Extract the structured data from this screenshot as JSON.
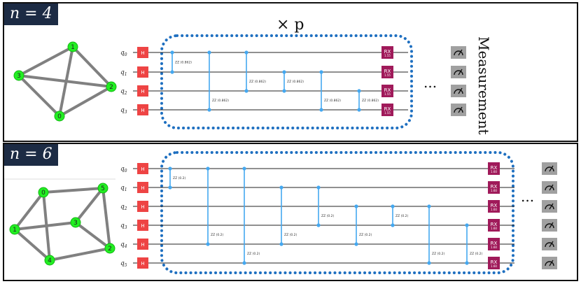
{
  "colors": {
    "tag_bg": "#1c2b44",
    "node": "#22ee22",
    "edge": "#808080",
    "h_gate": "#ee4444",
    "rx_gate": "#a01a5a",
    "zz_line": "#44a8f0",
    "dots": "#1e6fc0",
    "meter": "#a0a0a0"
  },
  "top": {
    "tag": "n = 4",
    "repeat_label": "× p",
    "ellipsis": "...",
    "measurement_label": "Measurement",
    "graph": {
      "nodes": [
        {
          "id": "0",
          "label": "0"
        },
        {
          "id": "1",
          "label": "1"
        },
        {
          "id": "2",
          "label": "2"
        },
        {
          "id": "3",
          "label": "3"
        }
      ],
      "edges": [
        [
          "3",
          "1"
        ],
        [
          "3",
          "2"
        ],
        [
          "3",
          "0"
        ],
        [
          "1",
          "2"
        ],
        [
          "1",
          "0"
        ],
        [
          "0",
          "2"
        ]
      ]
    },
    "qubits": [
      "q0",
      "q1",
      "q2",
      "q3"
    ],
    "h_label": "H",
    "rx_label": "RX",
    "rx_param": "1.55",
    "zz_params": [
      "ZZ (0.862)",
      "ZZ (0.862)",
      "ZZ (0.862)",
      "ZZ (0.862)",
      "ZZ (0.862)",
      "ZZ (0.862)"
    ]
  },
  "bottom": {
    "tag": "n = 6",
    "ellipsis": "...",
    "graph": {
      "nodes": [
        {
          "id": "0",
          "label": "0"
        },
        {
          "id": "1",
          "label": "1"
        },
        {
          "id": "2",
          "label": "2"
        },
        {
          "id": "3",
          "label": "3"
        },
        {
          "id": "4",
          "label": "4"
        },
        {
          "id": "5",
          "label": "5"
        }
      ],
      "edges": [
        [
          "0",
          "5"
        ],
        [
          "0",
          "1"
        ],
        [
          "0",
          "4"
        ],
        [
          "1",
          "3"
        ],
        [
          "1",
          "4"
        ],
        [
          "4",
          "2"
        ],
        [
          "5",
          "3"
        ],
        [
          "5",
          "2"
        ],
        [
          "3",
          "2"
        ]
      ]
    },
    "qubits": [
      "q0",
      "q1",
      "q2",
      "q3",
      "q4",
      "q5"
    ],
    "h_label": "H",
    "rx_label": "RX",
    "rx_param": "1.60",
    "zz_params": [
      "ZZ (0.2)",
      "ZZ (0.2)",
      "ZZ (0.2)",
      "ZZ (0.2)",
      "ZZ (0.2)",
      "ZZ (0.2)",
      "ZZ (0.2)",
      "ZZ (0.2)",
      "ZZ (0.2)"
    ]
  }
}
